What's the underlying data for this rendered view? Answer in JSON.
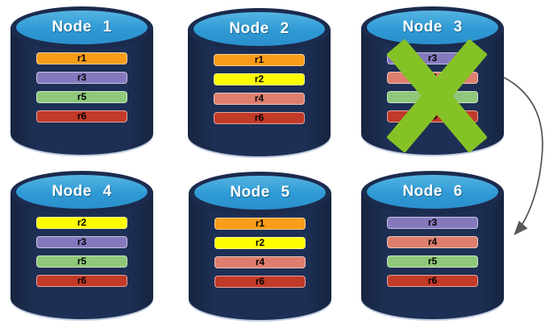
{
  "colors": {
    "background": "#FFFFFF",
    "cylinder_body": "#1B2B4E",
    "cylinder_cap": "#2E9AD5",
    "failure_x": "#85C226",
    "arrow": "#58595B",
    "node_label_text": "#FFFFFF",
    "record_label_text": "#000000"
  },
  "nodes": [
    {
      "label": "Node 1",
      "records": [
        {
          "label": "r1",
          "color": "#F89C1A"
        },
        {
          "label": "r3",
          "color": "#8579BE"
        },
        {
          "label": "r5",
          "color": "#8FC87A"
        },
        {
          "label": "r6",
          "color": "#C23A28"
        }
      ]
    },
    {
      "label": "Node 2",
      "records": [
        {
          "label": "r1",
          "color": "#F89C1A"
        },
        {
          "label": "r2",
          "color": "#FDFD00"
        },
        {
          "label": "r4",
          "color": "#DE7E6E"
        },
        {
          "label": "r6",
          "color": "#C23A28"
        }
      ]
    },
    {
      "label": "Node 3",
      "status": "failed",
      "records": [
        {
          "label": "r3",
          "color": "#8579BE"
        },
        {
          "label": "r4",
          "color": "#DE7E6E"
        },
        {
          "label": "r5",
          "color": "#8FC87A"
        },
        {
          "label": "r6",
          "color": "#C23A28"
        }
      ]
    },
    {
      "label": "Node 4",
      "records": [
        {
          "label": "r2",
          "color": "#FDFD00"
        },
        {
          "label": "r3",
          "color": "#8579BE"
        },
        {
          "label": "r5",
          "color": "#8FC87A"
        },
        {
          "label": "r6",
          "color": "#C23A28"
        }
      ]
    },
    {
      "label": "Node 5",
      "records": [
        {
          "label": "r1",
          "color": "#F89C1A"
        },
        {
          "label": "r2",
          "color": "#FDFD00"
        },
        {
          "label": "r4",
          "color": "#DE7E6E"
        },
        {
          "label": "r6",
          "color": "#C23A28"
        }
      ]
    },
    {
      "label": "Node 6",
      "records": [
        {
          "label": "r3",
          "color": "#8579BE"
        },
        {
          "label": "r4",
          "color": "#DE7E6E"
        },
        {
          "label": "r5",
          "color": "#8FC87A"
        },
        {
          "label": "r6",
          "color": "#C23A28"
        }
      ]
    }
  ],
  "annotations": {
    "failure_x_over": "Node 3",
    "arrow_from": "Node 3",
    "arrow_to": "Node 6"
  }
}
